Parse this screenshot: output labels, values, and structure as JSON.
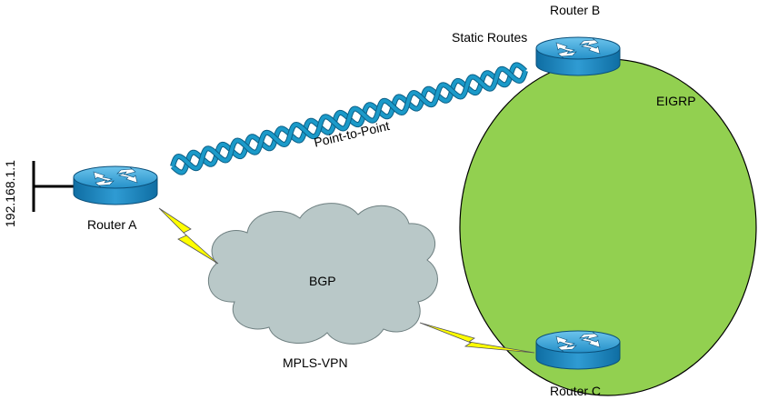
{
  "diagram": {
    "routers": {
      "a": {
        "label": "Router A"
      },
      "b": {
        "label": "Router B"
      },
      "c": {
        "label": "Router C"
      }
    },
    "lan_address": "192.168.1.1",
    "static_routes_label": "Static Routes",
    "point_to_point_label": "Point-to-Point",
    "eigrp_label": "EIGRP",
    "bgp_label": "BGP",
    "mpls_label": "MPLS-VPN",
    "colors": {
      "eigrp_area": "#92d050",
      "cloud": "#b9c8c8",
      "helix": "#1b9ac9",
      "lightning": "#ffff00",
      "router_top": "#3aa4d6",
      "router_side": "#1377ad"
    }
  }
}
